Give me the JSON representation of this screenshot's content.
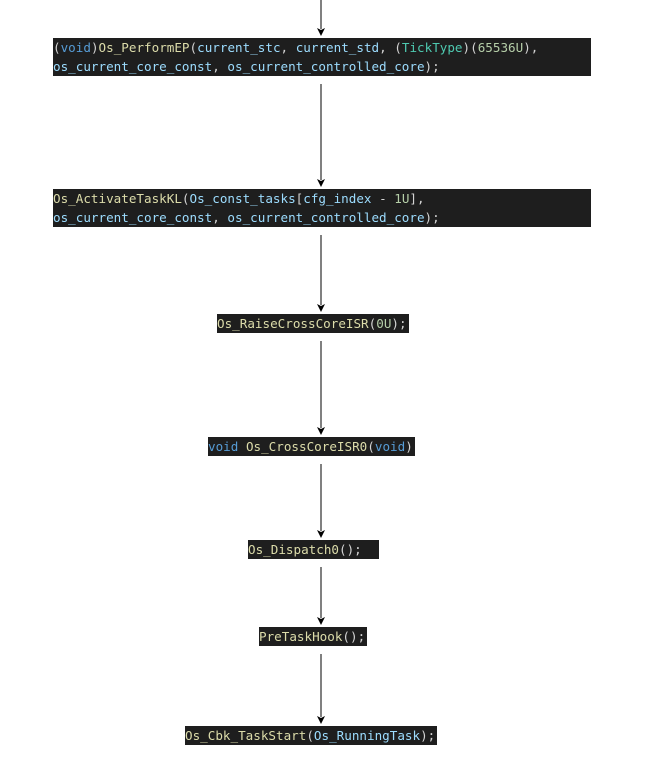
{
  "diagram": {
    "colors": {
      "arrow": "#000000",
      "code_background": "#1e1e1e",
      "keyword": "#569cd6",
      "function": "#dcdcaa",
      "identifier": "#9cdcfe",
      "type": "#4ec9b0",
      "number": "#b5cea8",
      "punctuation": "#d4d4d4"
    },
    "nodes": [
      {
        "id": "perform-ep",
        "lines": [
          [
            [
              "(",
              "punct"
            ],
            [
              "void",
              "keyword"
            ],
            [
              ")",
              "punct"
            ],
            [
              "Os_PerformEP",
              "func"
            ],
            [
              "(",
              "punct"
            ],
            [
              "current_stc",
              "ident"
            ],
            [
              ", ",
              "punct"
            ],
            [
              "current_std",
              "ident"
            ],
            [
              ", (",
              "punct"
            ],
            [
              "TickType",
              "type"
            ],
            [
              ")(",
              "punct"
            ],
            [
              "65536U",
              "number"
            ],
            [
              "),",
              "punct"
            ]
          ],
          [
            [
              "os_current_core_const",
              "ident"
            ],
            [
              ", ",
              "punct"
            ],
            [
              "os_current_controlled_core",
              "ident"
            ],
            [
              ");",
              "punct"
            ]
          ]
        ]
      },
      {
        "id": "activate-task-kl",
        "lines": [
          [
            [
              "Os_ActivateTaskKL",
              "func"
            ],
            [
              "(",
              "punct"
            ],
            [
              "Os_const_tasks",
              "ident"
            ],
            [
              "[",
              "punct"
            ],
            [
              "cfg_index",
              "ident"
            ],
            [
              " - ",
              "punct"
            ],
            [
              "1U",
              "number"
            ],
            [
              "],",
              "punct"
            ]
          ],
          [
            [
              "os_current_core_const",
              "ident"
            ],
            [
              ", ",
              "punct"
            ],
            [
              "os_current_controlled_core",
              "ident"
            ],
            [
              ");",
              "punct"
            ]
          ]
        ]
      },
      {
        "id": "raise-cross-core-isr",
        "lines": [
          [
            [
              "Os_RaiseCrossCoreISR",
              "func"
            ],
            [
              "(",
              "punct"
            ],
            [
              "0U",
              "number"
            ],
            [
              ");",
              "punct"
            ]
          ]
        ]
      },
      {
        "id": "cross-core-isr0",
        "lines": [
          [
            [
              "void",
              "keyword"
            ],
            [
              " ",
              "punct"
            ],
            [
              "Os_CrossCoreISR0",
              "func"
            ],
            [
              "(",
              "punct"
            ],
            [
              "void",
              "keyword"
            ],
            [
              ")",
              "punct"
            ]
          ]
        ]
      },
      {
        "id": "dispatch0",
        "lines": [
          [
            [
              "Os_Dispatch0",
              "func"
            ],
            [
              "();  ",
              "punct"
            ]
          ]
        ]
      },
      {
        "id": "pre-task-hook",
        "lines": [
          [
            [
              "PreTaskHook",
              "func"
            ],
            [
              "();",
              "punct"
            ]
          ]
        ]
      },
      {
        "id": "cbk-task-start",
        "lines": [
          [
            [
              "Os_Cbk_TaskStart",
              "func"
            ],
            [
              "(",
              "punct"
            ],
            [
              "Os_RunningTask",
              "ident"
            ],
            [
              ");",
              "punct"
            ]
          ]
        ]
      }
    ],
    "edges": [
      {
        "from": "top-entry",
        "to": "perform-ep"
      },
      {
        "from": "perform-ep",
        "to": "activate-task-kl"
      },
      {
        "from": "activate-task-kl",
        "to": "raise-cross-core-isr"
      },
      {
        "from": "raise-cross-core-isr",
        "to": "cross-core-isr0"
      },
      {
        "from": "cross-core-isr0",
        "to": "dispatch0"
      },
      {
        "from": "dispatch0",
        "to": "pre-task-hook"
      },
      {
        "from": "pre-task-hook",
        "to": "cbk-task-start"
      }
    ]
  }
}
